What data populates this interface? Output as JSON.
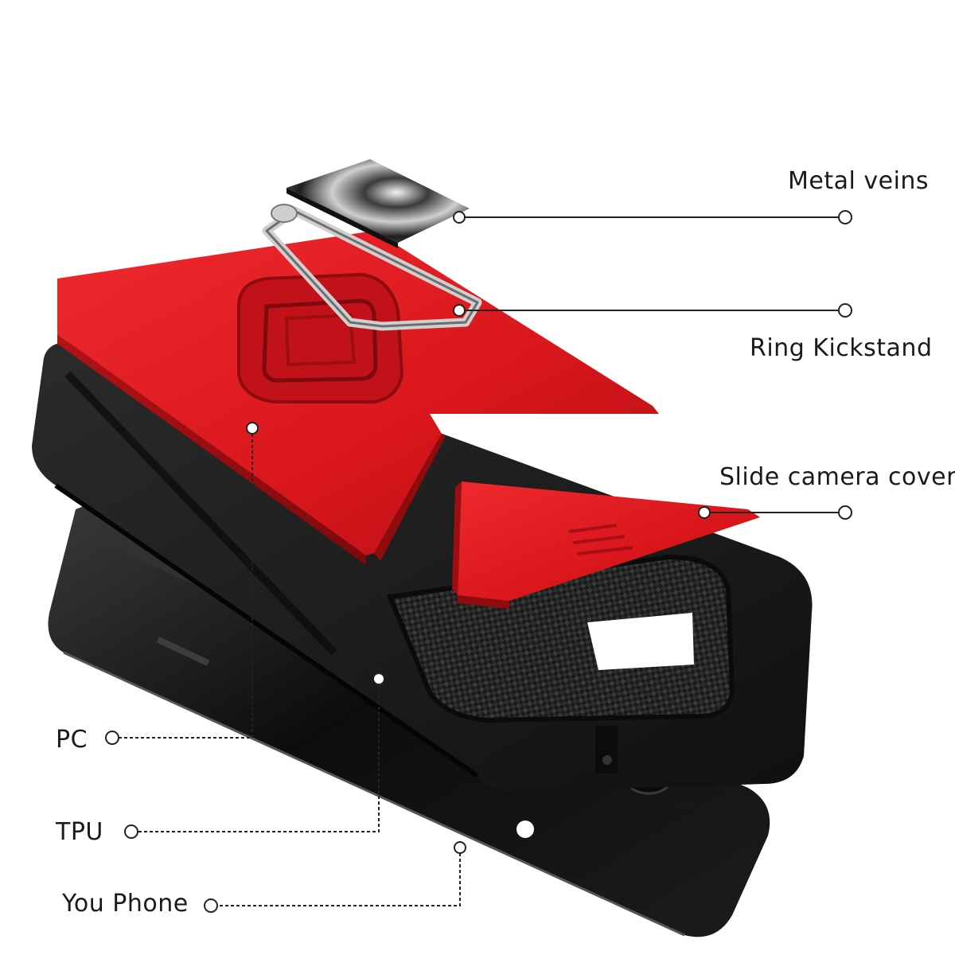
{
  "callouts": {
    "metal_veins": "Metal veins",
    "ring_kickstand": "Ring Kickstand",
    "slide_camera_cover": "Slide camera cover",
    "pc": "PC",
    "tpu": "TPU",
    "you_phone": "You Phone"
  },
  "colors": {
    "case_red": "#d8161b",
    "case_red_shadow": "#8e0b0e",
    "tpu_black": "#1a1a1a",
    "phone_black": "#0d0d0d",
    "metal_plate": "#2a2a2a",
    "ring_silver": "#c8c8c8",
    "leader_line": "#222222"
  }
}
